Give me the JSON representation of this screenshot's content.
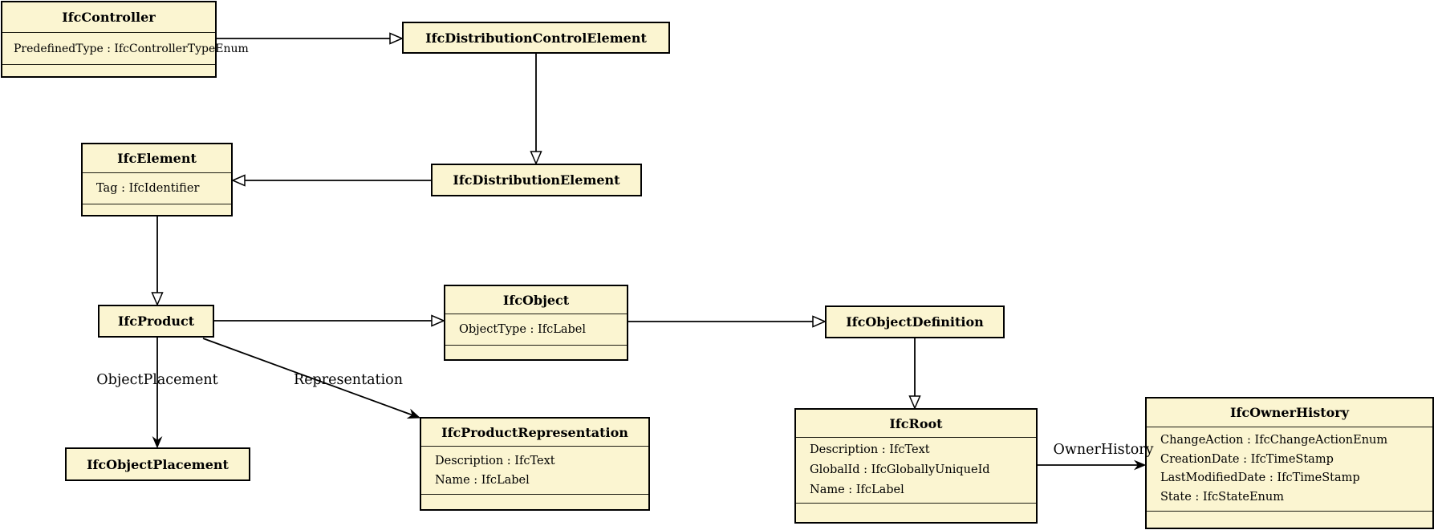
{
  "diagram_type": "uml-class-diagram",
  "colors": {
    "class_fill": "#fbf5d1",
    "border": "#000000",
    "line": "#000000",
    "background": "#ffffff"
  },
  "classes": [
    {
      "name": "IfcController",
      "attributes": [
        "PredefinedType : IfcControllerTypeEnum"
      ]
    },
    {
      "name": "IfcDistributionControlElement",
      "attributes": []
    },
    {
      "name": "IfcElement",
      "attributes": [
        "Tag : IfcIdentifier"
      ]
    },
    {
      "name": "IfcDistributionElement",
      "attributes": []
    },
    {
      "name": "IfcProduct",
      "attributes": []
    },
    {
      "name": "IfcObject",
      "attributes": [
        "ObjectType : IfcLabel"
      ]
    },
    {
      "name": "IfcObjectDefinition",
      "attributes": []
    },
    {
      "name": "IfcProductRepresentation",
      "attributes": [
        "Description : IfcText",
        "Name : IfcLabel"
      ]
    },
    {
      "name": "IfcObjectPlacement",
      "attributes": []
    },
    {
      "name": "IfcRoot",
      "attributes": [
        "Description : IfcText",
        "GlobalId : IfcGloballyUniqueId",
        "Name : IfcLabel"
      ]
    },
    {
      "name": "IfcOwnerHistory",
      "attributes": [
        "ChangeAction : IfcChangeActionEnum",
        "CreationDate : IfcTimeStamp",
        "LastModifiedDate : IfcTimeStamp",
        "State : IfcStateEnum"
      ]
    }
  ],
  "edge_labels": {
    "object_placement": "ObjectPlacement",
    "representation": "Representation",
    "owner_history": "OwnerHistory"
  },
  "relationships": [
    {
      "from": "IfcController",
      "to": "IfcDistributionControlElement",
      "type": "inheritance"
    },
    {
      "from": "IfcDistributionControlElement",
      "to": "IfcDistributionElement",
      "type": "inheritance"
    },
    {
      "from": "IfcDistributionElement",
      "to": "IfcElement",
      "type": "inheritance"
    },
    {
      "from": "IfcElement",
      "to": "IfcProduct",
      "type": "inheritance"
    },
    {
      "from": "IfcProduct",
      "to": "IfcObject",
      "type": "inheritance"
    },
    {
      "from": "IfcObject",
      "to": "IfcObjectDefinition",
      "type": "inheritance"
    },
    {
      "from": "IfcObjectDefinition",
      "to": "IfcRoot",
      "type": "inheritance"
    },
    {
      "from": "IfcProduct",
      "to": "IfcObjectPlacement",
      "type": "association",
      "label": "ObjectPlacement"
    },
    {
      "from": "IfcProduct",
      "to": "IfcProductRepresentation",
      "type": "association",
      "label": "Representation"
    },
    {
      "from": "IfcRoot",
      "to": "IfcOwnerHistory",
      "type": "association",
      "label": "OwnerHistory"
    }
  ]
}
